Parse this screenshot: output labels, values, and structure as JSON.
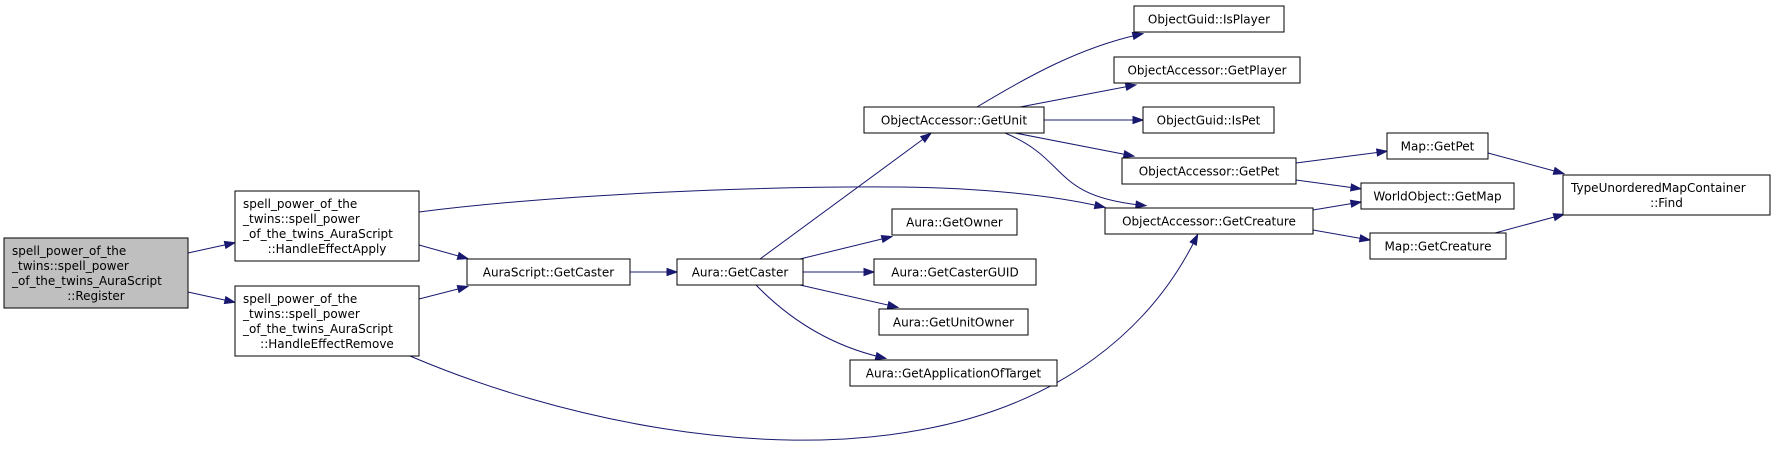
{
  "diagram": {
    "type": "call-graph",
    "edge_color": "#191970",
    "node_fill": "#ffffff",
    "root_fill": "#bfbfbf",
    "nodes": [
      {
        "id": "register",
        "lines": [
          "spell_power_of_the",
          "_twins::spell_power",
          "_of_the_twins_AuraScript",
          "::Register"
        ],
        "root": true
      },
      {
        "id": "apply",
        "lines": [
          "spell_power_of_the",
          "_twins::spell_power",
          "_of_the_twins_AuraScript",
          "::HandleEffectApply"
        ]
      },
      {
        "id": "remove",
        "lines": [
          "spell_power_of_the",
          "_twins::spell_power",
          "_of_the_twins_AuraScript",
          "::HandleEffectRemove"
        ]
      },
      {
        "id": "as_getcaster",
        "lines": [
          "AuraScript::GetCaster"
        ]
      },
      {
        "id": "aura_getcaster",
        "lines": [
          "Aura::GetCaster"
        ]
      },
      {
        "id": "oa_getunit",
        "lines": [
          "ObjectAccessor::GetUnit"
        ]
      },
      {
        "id": "aura_getowner",
        "lines": [
          "Aura::GetOwner"
        ]
      },
      {
        "id": "aura_getcasterguid",
        "lines": [
          "Aura::GetCasterGUID"
        ]
      },
      {
        "id": "aura_getunitowner",
        "lines": [
          "Aura::GetUnitOwner"
        ]
      },
      {
        "id": "aura_getappoftarget",
        "lines": [
          "Aura::GetApplicationOfTarget"
        ]
      },
      {
        "id": "og_isplayer",
        "lines": [
          "ObjectGuid::IsPlayer"
        ]
      },
      {
        "id": "oa_getplayer",
        "lines": [
          "ObjectAccessor::GetPlayer"
        ]
      },
      {
        "id": "og_ispet",
        "lines": [
          "ObjectGuid::IsPet"
        ]
      },
      {
        "id": "oa_getpet",
        "lines": [
          "ObjectAccessor::GetPet"
        ]
      },
      {
        "id": "oa_getcreature",
        "lines": [
          "ObjectAccessor::GetCreature"
        ]
      },
      {
        "id": "map_getpet",
        "lines": [
          "Map::GetPet"
        ]
      },
      {
        "id": "wo_getmap",
        "lines": [
          "WorldObject::GetMap"
        ]
      },
      {
        "id": "map_getcreature",
        "lines": [
          "Map::GetCreature"
        ]
      },
      {
        "id": "tumc_find",
        "lines": [
          "TypeUnorderedMapContainer",
          "::Find"
        ]
      }
    ],
    "edges": [
      {
        "from": "register",
        "to": "apply"
      },
      {
        "from": "register",
        "to": "remove"
      },
      {
        "from": "apply",
        "to": "as_getcaster"
      },
      {
        "from": "apply",
        "to": "oa_getcreature"
      },
      {
        "from": "remove",
        "to": "as_getcaster"
      },
      {
        "from": "remove",
        "to": "oa_getcreature"
      },
      {
        "from": "as_getcaster",
        "to": "aura_getcaster"
      },
      {
        "from": "aura_getcaster",
        "to": "oa_getunit"
      },
      {
        "from": "aura_getcaster",
        "to": "aura_getowner"
      },
      {
        "from": "aura_getcaster",
        "to": "aura_getcasterguid"
      },
      {
        "from": "aura_getcaster",
        "to": "aura_getunitowner"
      },
      {
        "from": "aura_getcaster",
        "to": "aura_getappoftarget"
      },
      {
        "from": "oa_getunit",
        "to": "og_isplayer"
      },
      {
        "from": "oa_getunit",
        "to": "oa_getplayer"
      },
      {
        "from": "oa_getunit",
        "to": "og_ispet"
      },
      {
        "from": "oa_getunit",
        "to": "oa_getpet"
      },
      {
        "from": "oa_getunit",
        "to": "oa_getcreature"
      },
      {
        "from": "oa_getpet",
        "to": "map_getpet"
      },
      {
        "from": "oa_getpet",
        "to": "wo_getmap"
      },
      {
        "from": "oa_getcreature",
        "to": "wo_getmap"
      },
      {
        "from": "oa_getcreature",
        "to": "map_getcreature"
      },
      {
        "from": "map_getpet",
        "to": "tumc_find"
      },
      {
        "from": "map_getcreature",
        "to": "tumc_find"
      }
    ]
  }
}
